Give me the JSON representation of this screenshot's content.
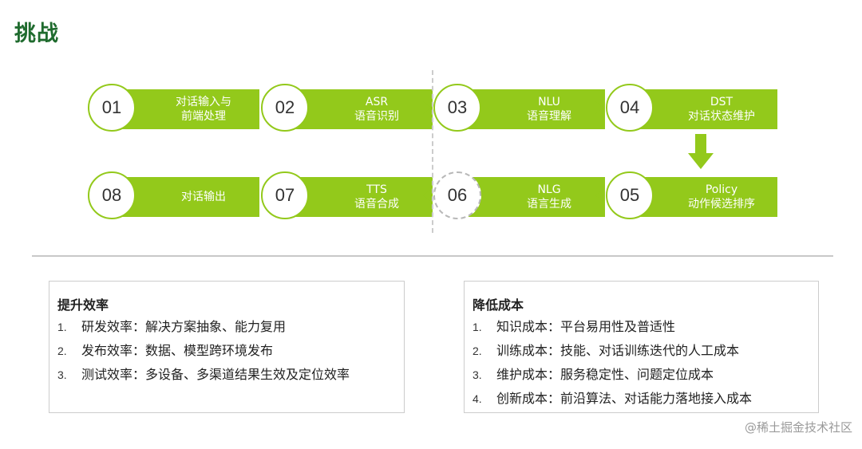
{
  "title": "挑战",
  "colors": {
    "accent": "#93c91b",
    "title": "#1f6b2e"
  },
  "pipeline": {
    "steps": [
      {
        "num": "01",
        "line1": "对话输入与",
        "line2": "前端处理"
      },
      {
        "num": "02",
        "line1": "ASR",
        "line2": "语音识别"
      },
      {
        "num": "03",
        "line1": "NLU",
        "line2": "语音理解"
      },
      {
        "num": "04",
        "line1": "DST",
        "line2": "对话状态维护"
      },
      {
        "num": "05",
        "line1": "Policy",
        "line2": "动作候选排序"
      },
      {
        "num": "06",
        "line1": "NLG",
        "line2": "语言生成"
      },
      {
        "num": "07",
        "line1": "TTS",
        "line2": "语音合成"
      },
      {
        "num": "08",
        "line1": "对话输出",
        "line2": ""
      }
    ]
  },
  "panels": {
    "left": {
      "title": "提升效率",
      "items": [
        {
          "num": "1.",
          "text": "研发效率：解决方案抽象、能力复用"
        },
        {
          "num": "2.",
          "text": "发布效率：数据、模型跨环境发布"
        },
        {
          "num": "3.",
          "text": "测试效率：多设备、多渠道结果生效及定位效率"
        }
      ]
    },
    "right": {
      "title": "降低成本",
      "items": [
        {
          "num": "1.",
          "text": "知识成本：平台易用性及普适性"
        },
        {
          "num": "2.",
          "text": "训练成本：技能、对话训练迭代的人工成本"
        },
        {
          "num": "3.",
          "text": "维护成本：服务稳定性、问题定位成本"
        },
        {
          "num": "4.",
          "text": "创新成本：前沿算法、对话能力落地接入成本"
        }
      ]
    }
  },
  "watermark": "@稀土掘金技术社区"
}
